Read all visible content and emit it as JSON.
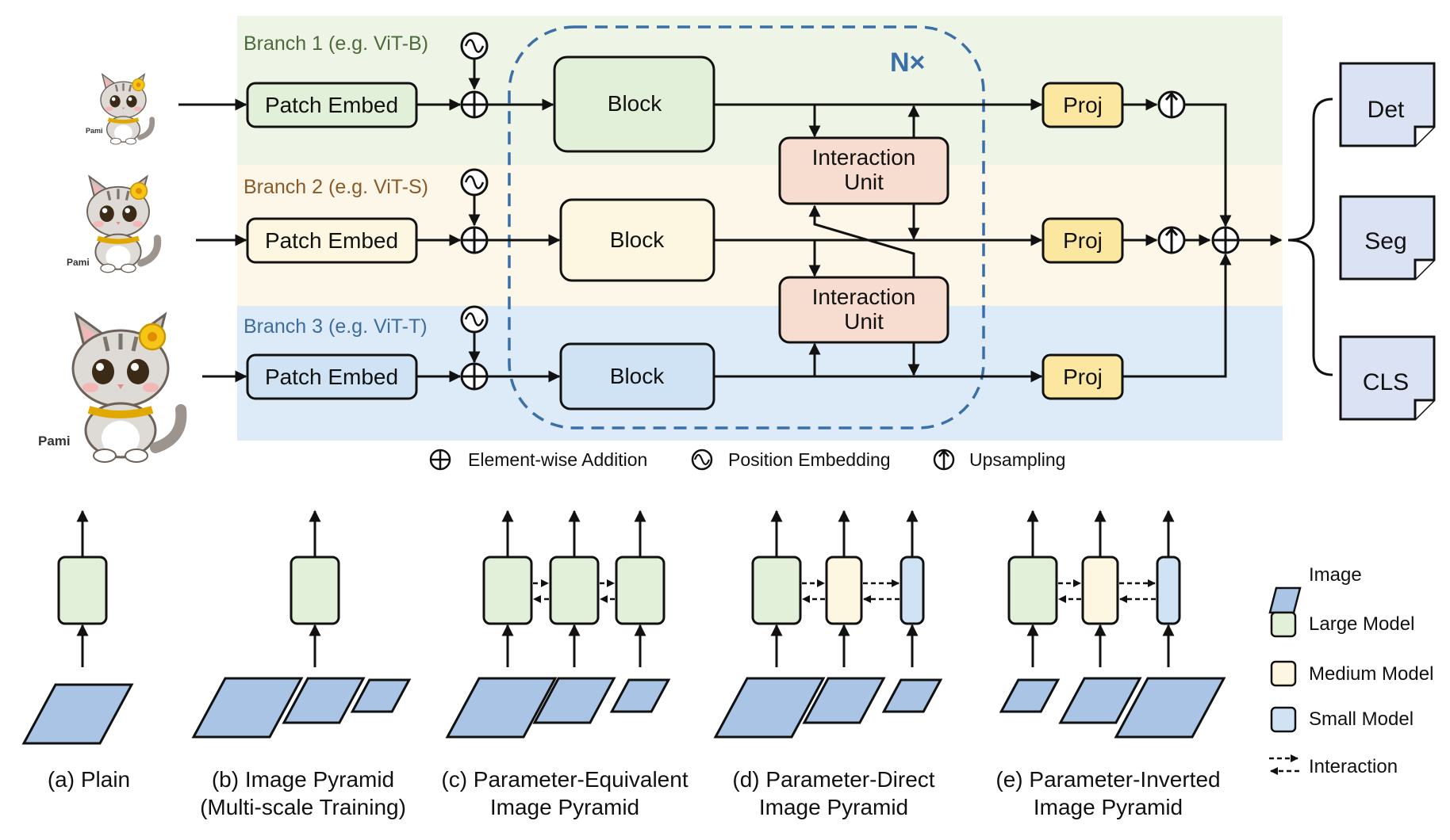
{
  "colors": {
    "branch1_bg": "#eef4e6",
    "branch2_bg": "#fcf7e9",
    "branch3_bg": "#dcebf7",
    "branch1_text": "#4d6b3a",
    "branch2_text": "#8a5a28",
    "branch3_text": "#3d6d9c",
    "large_model": "#e2efd9",
    "medium_model": "#fdf6e0",
    "small_model": "#cfe3f5",
    "interaction_unit": "#f7ddd0",
    "proj": "#fbe7a0",
    "image": "#a9c4e4",
    "task_doc": "#dbe2f3",
    "dashed_outline": "#3a6fa8"
  },
  "top": {
    "branches": [
      {
        "label": "Branch 1 (e.g. ViT-B)",
        "patch_embed": "Patch Embed",
        "block": "Block",
        "proj": "Proj"
      },
      {
        "label": "Branch 2 (e.g. ViT-S)",
        "patch_embed": "Patch Embed",
        "block": "Block",
        "proj": "Proj"
      },
      {
        "label": "Branch 3 (e.g. ViT-T)",
        "patch_embed": "Patch Embed",
        "block": "Block",
        "proj": "Proj"
      }
    ],
    "repeat_label": "N×",
    "interaction_units": [
      "Interaction Unit",
      "Interaction Unit"
    ],
    "image_caption": "Pami",
    "outputs": [
      "Det",
      "Seg",
      "CLS"
    ],
    "legend": [
      {
        "icon": "element-wise-addition-icon",
        "label": "Element-wise Addition"
      },
      {
        "icon": "position-embedding-icon",
        "label": "Position Embedding"
      },
      {
        "icon": "upsampling-icon",
        "label": "Upsampling"
      }
    ]
  },
  "bottom": {
    "captions": [
      {
        "line1": "(a) Plain",
        "line2": ""
      },
      {
        "line1": "(b) Image Pyramid",
        "line2": "(Multi-scale Training)"
      },
      {
        "line1": "(c) Parameter-Equivalent",
        "line2": "Image Pyramid"
      },
      {
        "line1": "(d) Parameter-Direct",
        "line2": "Image Pyramid"
      },
      {
        "line1": "(e) Parameter-Inverted",
        "line2": "Image Pyramid"
      }
    ],
    "legend": [
      {
        "icon": "image-icon",
        "label": "Image"
      },
      {
        "icon": "large-model-icon",
        "label": "Large Model"
      },
      {
        "icon": "medium-model-icon",
        "label": "Medium Model"
      },
      {
        "icon": "small-model-icon",
        "label": "Small Model"
      },
      {
        "icon": "interaction-icon",
        "label": "Interaction"
      }
    ]
  }
}
